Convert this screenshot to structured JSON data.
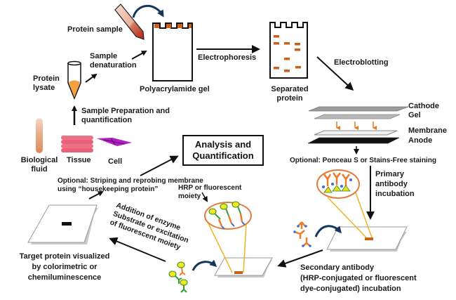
{
  "title": "Western blot workflow",
  "colors": {
    "sample_orange": "#e07b1f",
    "band": "#c8621b",
    "tissue_pink": "#e8637a",
    "cell_purple": "#b21fc4",
    "lens_outline": "#e07b3a",
    "lens_line": "#f0b323",
    "antibody_orange": "#f07a2b",
    "antibody_blue": "#3b6fd6",
    "antigen_yellow": "#e8e01a",
    "hrp_yellow": "#f2e81e",
    "hrp_green": "#3a9a3a",
    "arrow_curve": "#15365e"
  },
  "labels": {
    "protein_sample": "Protein sample",
    "sample_denaturation": [
      "Sample",
      "denaturation"
    ],
    "protein_lysate": [
      "Protein",
      "lysate"
    ],
    "polyacrylamide_gel": "Polyacrylamide gel",
    "electrophoresis": "Electrophoresis",
    "separated_protein": [
      "Separated",
      "protein"
    ],
    "electroblotting": "Electroblotting",
    "sample_prep": [
      "Sample Preparation and",
      "quantification"
    ],
    "biological_fluid": [
      "Biological",
      "fluid"
    ],
    "tissue": "Tissue",
    "cell": "Cell",
    "analysis_box": [
      "Analysis and",
      "Quantification"
    ],
    "optional_stripping": [
      "Optional: Striping and reprobing membrane",
      "using “housekeeping protein”"
    ],
    "stack_layers": [
      "Cathode",
      "Gel",
      "Membrane",
      "Anode"
    ],
    "optional_staining": "Optional: Ponceau S or Stains-Free staining",
    "primary_antibody": [
      "Primary",
      "antibody",
      "incubation"
    ],
    "hrp_moiety": [
      "HRP or fluorescent",
      "moiety"
    ],
    "addition_enzyme": [
      "Addition of enzyme",
      "Substrate or excitation",
      "of fluorescent moiety"
    ],
    "target_protein": [
      "Target protein visualized",
      "by colorimetric or",
      "chemiluminescence"
    ],
    "secondary_antibody": [
      "Secondary antibody",
      "(HRP-conjugated or fluorescent",
      "dye-conjugated) incubation"
    ]
  },
  "icons": [
    "pipette-tip-icon",
    "curved-arrow-icon",
    "microtube-icon",
    "test-tube-icon",
    "tissue-icon",
    "cell-icon",
    "gel-icon",
    "transfer-stack-icon",
    "membrane-icon",
    "antibody-icon",
    "magnifier-lens-icon"
  ]
}
